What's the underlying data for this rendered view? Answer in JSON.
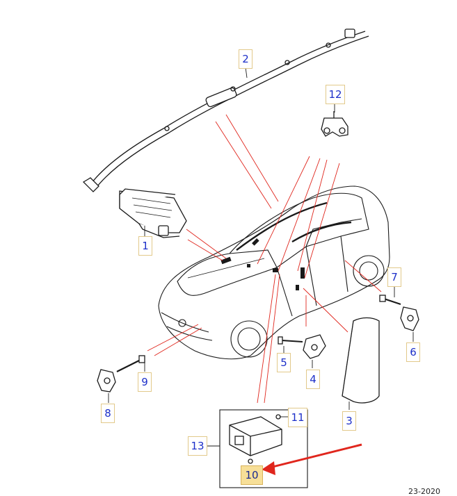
{
  "diagram": {
    "callouts": [
      {
        "id": "1",
        "label": "1"
      },
      {
        "id": "2",
        "label": "2"
      },
      {
        "id": "3",
        "label": "3"
      },
      {
        "id": "4",
        "label": "4"
      },
      {
        "id": "5",
        "label": "5"
      },
      {
        "id": "6",
        "label": "6"
      },
      {
        "id": "7",
        "label": "7"
      },
      {
        "id": "8",
        "label": "8"
      },
      {
        "id": "9",
        "label": "9"
      },
      {
        "id": "10",
        "label": "10",
        "highlighted": true
      },
      {
        "id": "11",
        "label": "11"
      },
      {
        "id": "12",
        "label": "12"
      },
      {
        "id": "13",
        "label": "13"
      }
    ],
    "footer_text": "23-2020",
    "colors": {
      "callout_text": "#1c2fc9",
      "callout_border": "#e2c98a",
      "highlight_fill": "#f7df98",
      "leader_line": "#e0261d",
      "arrow": "#e0261d",
      "line_art": "#1a1a1a"
    }
  }
}
